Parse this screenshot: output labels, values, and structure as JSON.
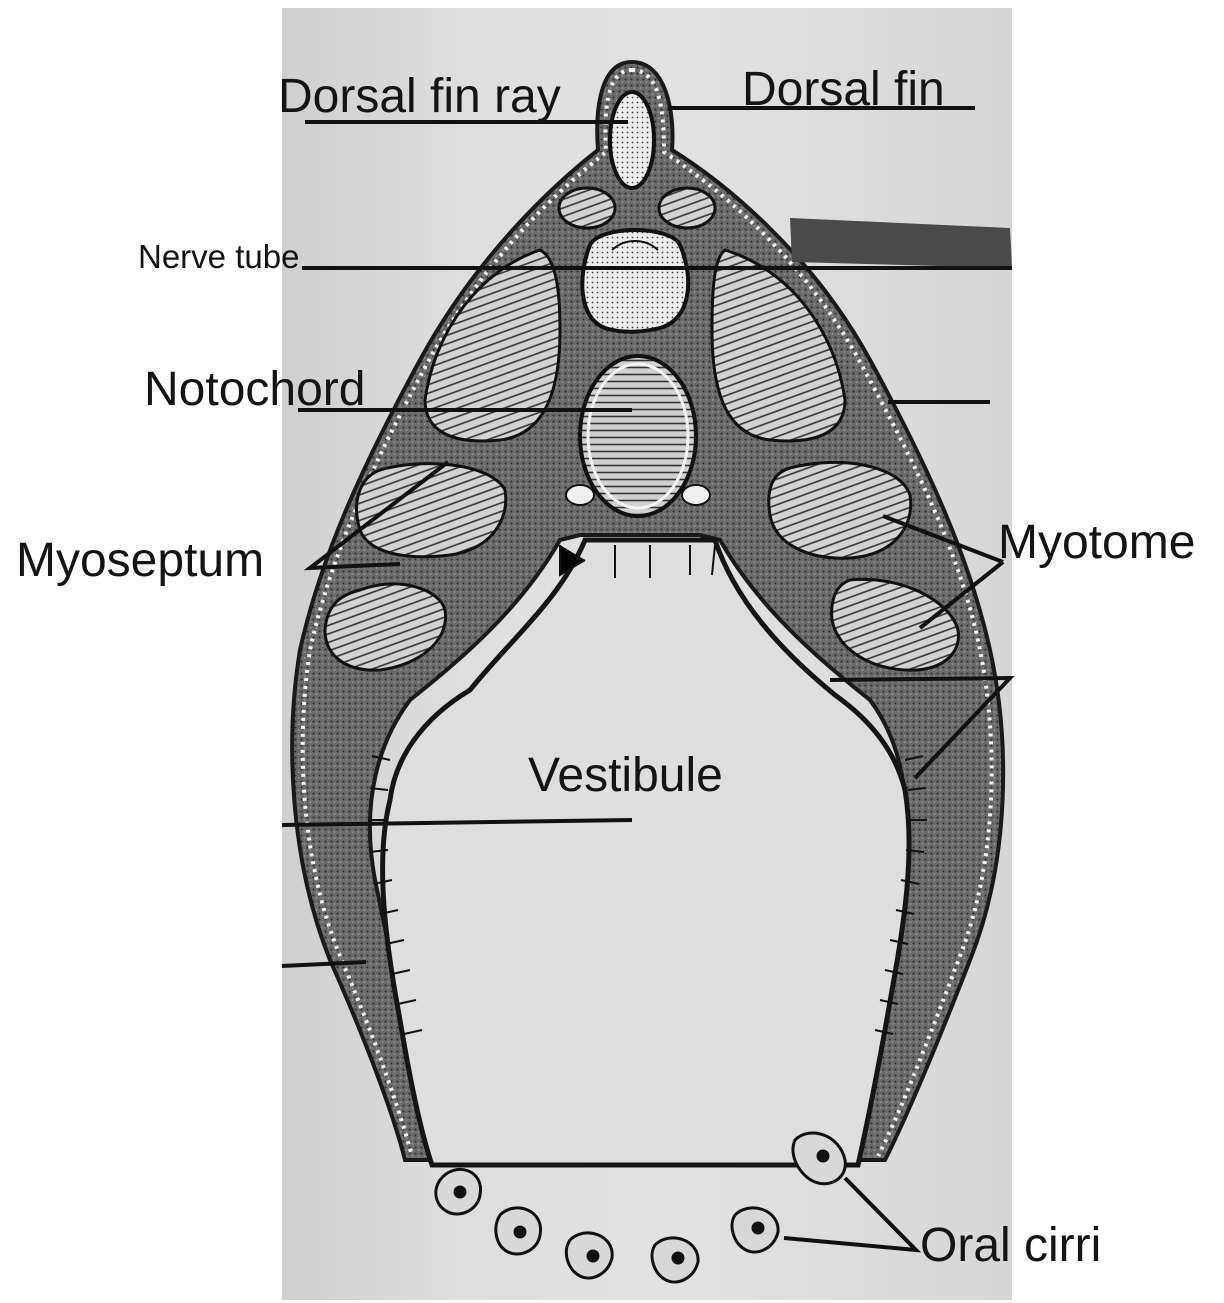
{
  "labels": {
    "dorsal_fin_ray": "Dorsal fin ray",
    "dorsal_fin": "Dorsal fin",
    "nerve_tube": "Nerve tube",
    "notochord": "Notochord",
    "myoseptum": "Myoseptum",
    "myotome": "Myotome",
    "vestibule": "Vestibule",
    "oral_cirri": "Oral cirri"
  },
  "colors": {
    "ink": "#141414",
    "paper": "#dcdcdc",
    "tissue": "#5c5c5c",
    "muscle": "#cfcfcf",
    "redaction": "#4a4a4a"
  }
}
